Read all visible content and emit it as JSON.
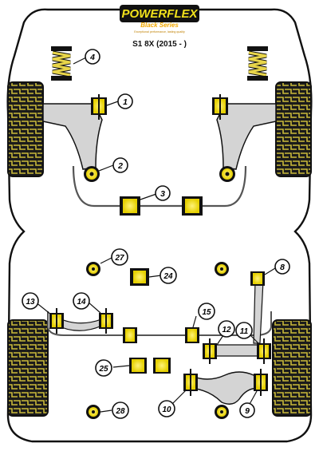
{
  "header": {
    "brand": "POWERFLEX",
    "series": "Black Series",
    "tagline": "Exceptional performance, lasting quality",
    "model": "S1 8X (2015 - )"
  },
  "colors": {
    "bush_yellow": "#f2e21c",
    "bush_black": "#111111",
    "outline": "#111111",
    "arm": "#d4d4d4",
    "tyre": "#1b1b1b",
    "tread": "#c9b93a",
    "callout_fill": "#ffffff"
  },
  "callouts": {
    "c1": "1",
    "c2": "2",
    "c3": "3",
    "c4": "4",
    "c8": "8",
    "c9": "9",
    "c10": "10",
    "c11": "11",
    "c12": "12",
    "c13": "13",
    "c14": "14",
    "c15": "15",
    "c24": "24",
    "c25": "25",
    "c27": "27",
    "c28": "28"
  }
}
